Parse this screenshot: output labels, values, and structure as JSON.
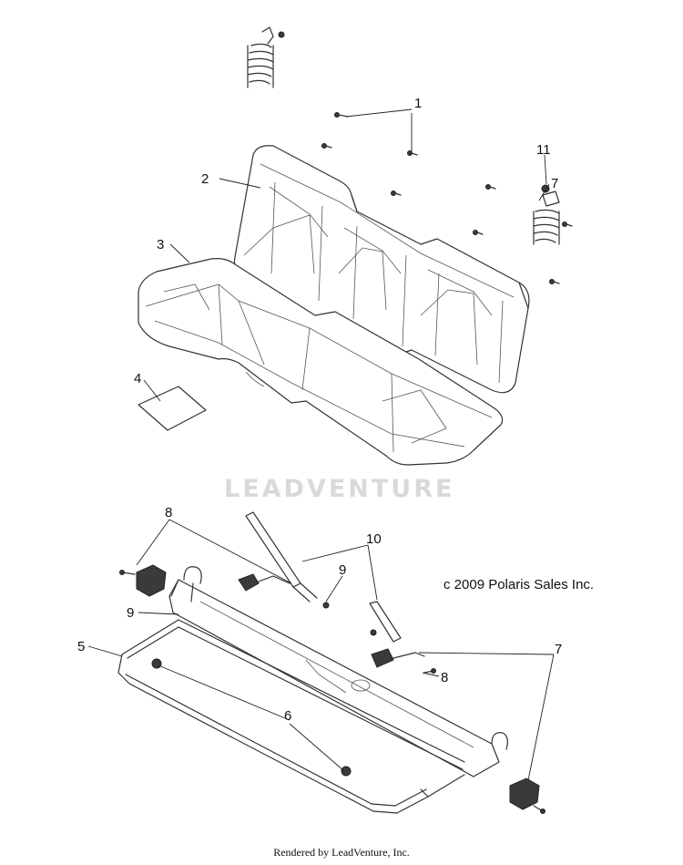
{
  "diagram": {
    "callouts": [
      {
        "id": "c1",
        "label": "1"
      },
      {
        "id": "c2",
        "label": "2"
      },
      {
        "id": "c3",
        "label": "3"
      },
      {
        "id": "c4",
        "label": "4"
      },
      {
        "id": "c5",
        "label": "5"
      },
      {
        "id": "c6",
        "label": "6"
      },
      {
        "id": "c7a",
        "label": "7"
      },
      {
        "id": "c7b",
        "label": "7"
      },
      {
        "id": "c8a",
        "label": "8"
      },
      {
        "id": "c8b",
        "label": "8"
      },
      {
        "id": "c9a",
        "label": "9"
      },
      {
        "id": "c9b",
        "label": "9"
      },
      {
        "id": "c10",
        "label": "10"
      },
      {
        "id": "c11",
        "label": "11"
      }
    ],
    "copyright": "c 2009 Polaris Sales Inc.",
    "watermark": "LEADVENTURE"
  },
  "footer": "Rendered by LeadVenture, Inc."
}
